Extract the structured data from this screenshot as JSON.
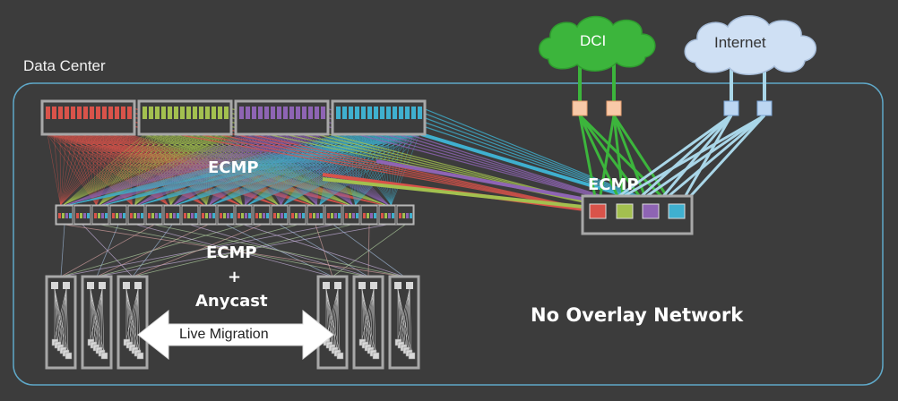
{
  "labels": {
    "data_center": "Data Center",
    "ecmp_spine": "ECMP",
    "ecmp_tor": "ECMP",
    "plus": "+",
    "anycast": "Anycast",
    "ecmp_border": "ECMP",
    "no_overlay": "No Overlay Network",
    "live_migration": "Live Migration",
    "dci": "DCI",
    "internet": "Internet"
  },
  "colors": {
    "background": "#3c3c3c",
    "red": "#d9534a",
    "green": "#a3c04f",
    "purple": "#8e64b4",
    "blue": "#3fb0cf",
    "dci_cloud": "#3cb53c",
    "internet_cloud": "#cfe0f4",
    "border_gray": "#a8a8a8",
    "frame_blue": "#5fa8c8"
  },
  "icons": {
    "dci": "cloud-icon",
    "internet": "cloud-icon",
    "live_migration": "double-arrow-icon",
    "server": "server-icon"
  }
}
